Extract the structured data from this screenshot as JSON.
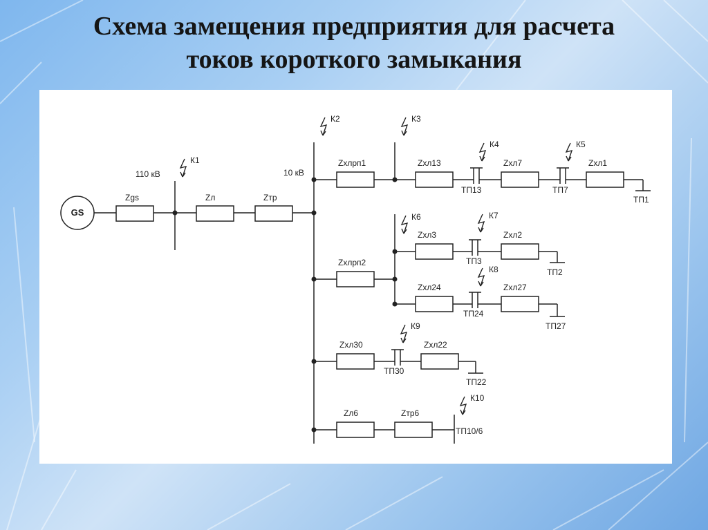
{
  "title": {
    "line1": "Схема замещения предприятия для расчета",
    "line2": "токов короткого замыкания"
  },
  "diagram": {
    "generator": "GS",
    "voltages": {
      "hv": "110 кВ",
      "lv": "10 кВ"
    },
    "impedances": {
      "zgs": "Zgs",
      "zl": "Zл",
      "ztr": "Zтр",
      "zkhlrp1": "Zхлрп1",
      "zkhlrp2": "Zхлрп2",
      "zkhl13": "Zхл13",
      "zkhl7": "Zхл7",
      "zkhl1": "Zхл1",
      "zkhl3": "Zхл3",
      "zkhl2": "Zхл2",
      "zkhl24": "Zхл24",
      "zkhl27": "Zхл27",
      "zkhl30": "Zхл30",
      "zkhl22": "Zхл22",
      "zl6": "Zл6",
      "ztr6": "Zтр6"
    },
    "faults": {
      "k1": "К1",
      "k2": "К2",
      "k3": "К3",
      "k4": "К4",
      "k5": "К5",
      "k6": "К6",
      "k7": "К7",
      "k8": "К8",
      "k9": "К9",
      "k10": "К10"
    },
    "substations": {
      "tp13": "ТП13",
      "tp7": "ТП7",
      "tp1": "ТП1",
      "tp3": "ТП3",
      "tp2": "ТП2",
      "tp24": "ТП24",
      "tp27": "ТП27",
      "tp30": "ТП30",
      "tp22": "ТП22",
      "tp10_6": "ТП10/6"
    }
  }
}
